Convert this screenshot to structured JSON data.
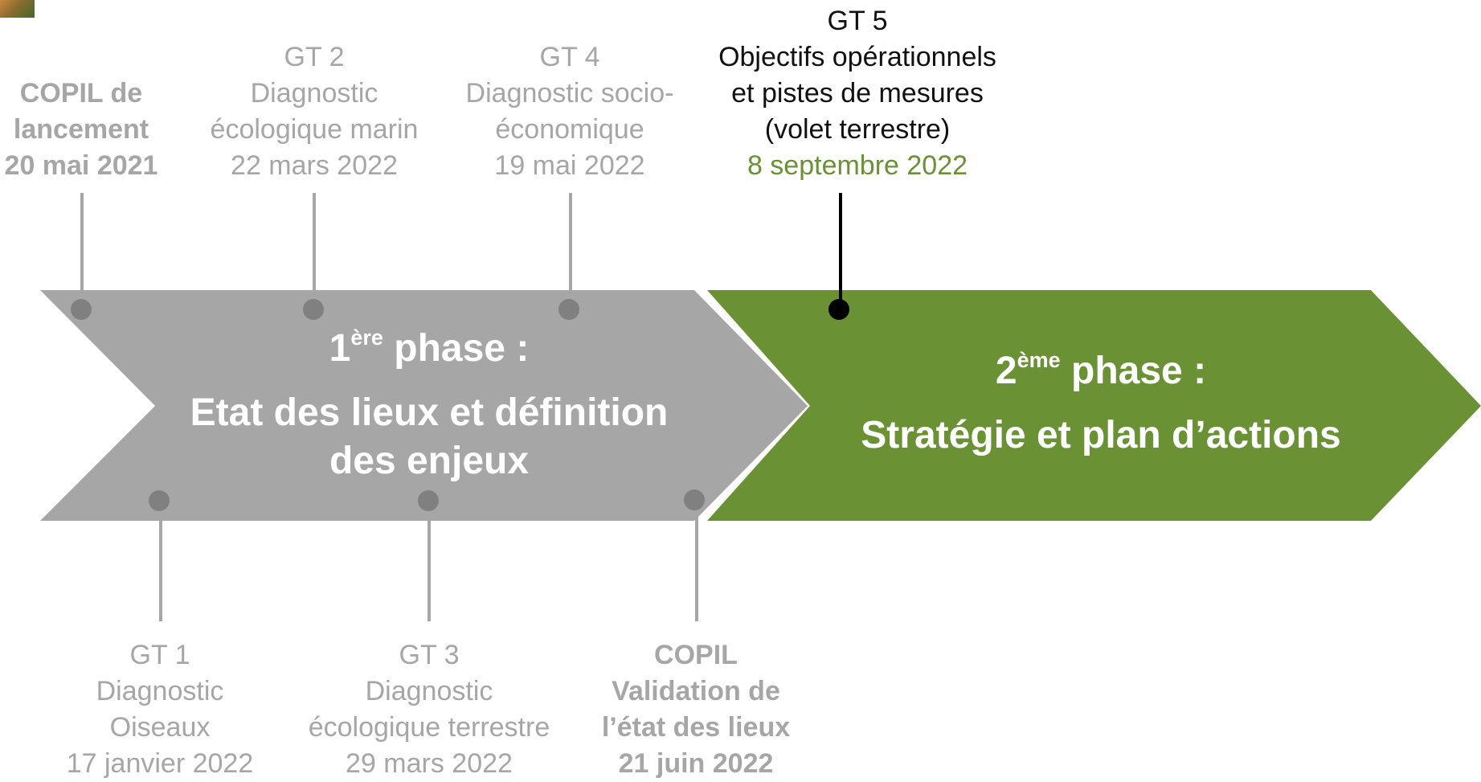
{
  "phases": [
    {
      "number": "1",
      "suffix": "ère",
      "title_rest": " phase :",
      "subtitle": "Etat des lieux et définition des enjeux",
      "color": "#a6a6a6"
    },
    {
      "number": "2",
      "suffix": "ème",
      "title_rest": " phase :",
      "subtitle": "Stratégie et plan d’actions",
      "color": "#6a9235"
    }
  ],
  "milestones": {
    "copil_launch": {
      "lines": [
        "COPIL de",
        "lancement",
        "20 mai 2021"
      ],
      "status": "done"
    },
    "gt1": {
      "lines": [
        "GT 1",
        "Diagnostic",
        "Oiseaux",
        "17 janvier 2022"
      ],
      "status": "done"
    },
    "gt2": {
      "lines": [
        "GT 2",
        "Diagnostic",
        "écologique marin",
        "22 mars 2022"
      ],
      "status": "done"
    },
    "gt3": {
      "lines": [
        "GT 3",
        "Diagnostic",
        "écologique terrestre",
        "29 mars 2022"
      ],
      "status": "done"
    },
    "gt4": {
      "lines": [
        "GT 4",
        "Diagnostic socio-",
        "économique",
        "19 mai 2022"
      ],
      "status": "done"
    },
    "copil_validation": {
      "lines": [
        "COPIL",
        "Validation de",
        "l’état des lieux",
        "21 juin 2022"
      ],
      "status": "done"
    },
    "gt5": {
      "lines": [
        "GT 5",
        "Objectifs opérationnels",
        "et pistes de mesures",
        "(volet terrestre)"
      ],
      "date": "8 septembre 2022",
      "status": "current"
    }
  },
  "colors": {
    "done": "#a6a6a6",
    "current": "#000000",
    "accent": "#6a9235"
  }
}
